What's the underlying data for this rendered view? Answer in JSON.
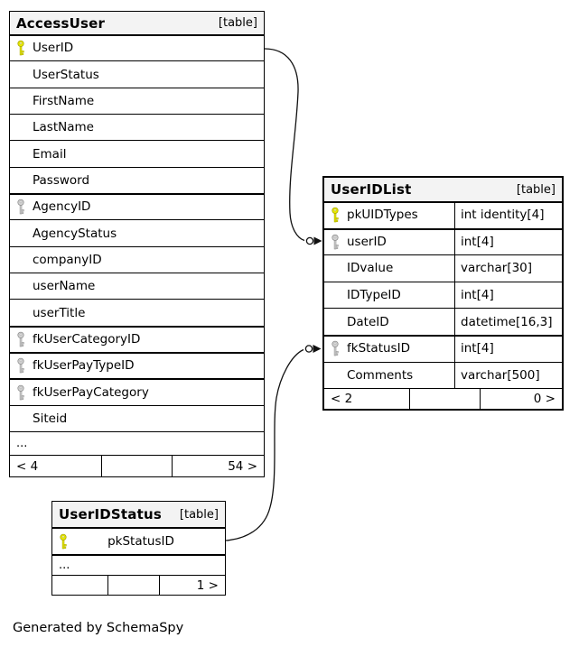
{
  "diagram": {
    "footer_note": "Generated by SchemaSpy"
  },
  "colors": {
    "header_bg": "#f3f3f3",
    "line": "#111111",
    "primary_key_fill": "#ebeb00",
    "primary_key_stroke": "#a8a800",
    "foreign_key_fill": "#d4d4d4",
    "foreign_key_stroke": "#8f8f8f"
  },
  "tables": [
    {
      "id": "accessuser",
      "name": "AccessUser",
      "badge": "[table]",
      "ellipsis": "...",
      "columns": [
        {
          "name": "UserID",
          "key": "primary"
        },
        {
          "name": "UserStatus",
          "key": "none"
        },
        {
          "name": "FirstName",
          "key": "none"
        },
        {
          "name": "LastName",
          "key": "none"
        },
        {
          "name": "Email",
          "key": "none"
        },
        {
          "name": "Password",
          "key": "none"
        },
        {
          "name": "AgencyID",
          "key": "foreign"
        },
        {
          "name": "AgencyStatus",
          "key": "none"
        },
        {
          "name": "companyID",
          "key": "none"
        },
        {
          "name": "userName",
          "key": "none"
        },
        {
          "name": "userTitle",
          "key": "none"
        },
        {
          "name": "fkUserCategoryID",
          "key": "foreign"
        },
        {
          "name": "fkUserPayTypeID",
          "key": "foreign"
        },
        {
          "name": "fkUserPayCategory",
          "key": "foreign"
        },
        {
          "name": "Siteid",
          "key": "none"
        }
      ],
      "footer": {
        "left": "< 4",
        "middle": "",
        "right": "54 >"
      }
    },
    {
      "id": "useridlist",
      "name": "UserIDList",
      "badge": "[table]",
      "columns": [
        {
          "name": "pkUIDTypes",
          "type": "int identity[4]",
          "key": "primary"
        },
        {
          "name": "userID",
          "type": "int[4]",
          "key": "foreign"
        },
        {
          "name": "IDvalue",
          "type": "varchar[30]",
          "key": "none"
        },
        {
          "name": "IDTypeID",
          "type": "int[4]",
          "key": "none"
        },
        {
          "name": "DateID",
          "type": "datetime[16,3]",
          "key": "none"
        },
        {
          "name": "fkStatusID",
          "type": "int[4]",
          "key": "foreign"
        },
        {
          "name": "Comments",
          "type": "varchar[500]",
          "key": "none"
        }
      ],
      "footer": {
        "left": "< 2",
        "middle": "",
        "right": "0 >"
      }
    },
    {
      "id": "useridstatus",
      "name": "UserIDStatus",
      "badge": "[table]",
      "ellipsis": "...",
      "columns": [
        {
          "name": "pkStatusID",
          "key": "primary"
        }
      ],
      "footer": {
        "left": "",
        "middle": "",
        "right": "1 >"
      }
    }
  ],
  "relationships": [
    {
      "from_table": "AccessUser",
      "from_column": "UserID",
      "to_table": "UserIDList",
      "to_column": "userID"
    },
    {
      "from_table": "UserIDStatus",
      "from_column": "pkStatusID",
      "to_table": "UserIDList",
      "to_column": "fkStatusID"
    }
  ]
}
